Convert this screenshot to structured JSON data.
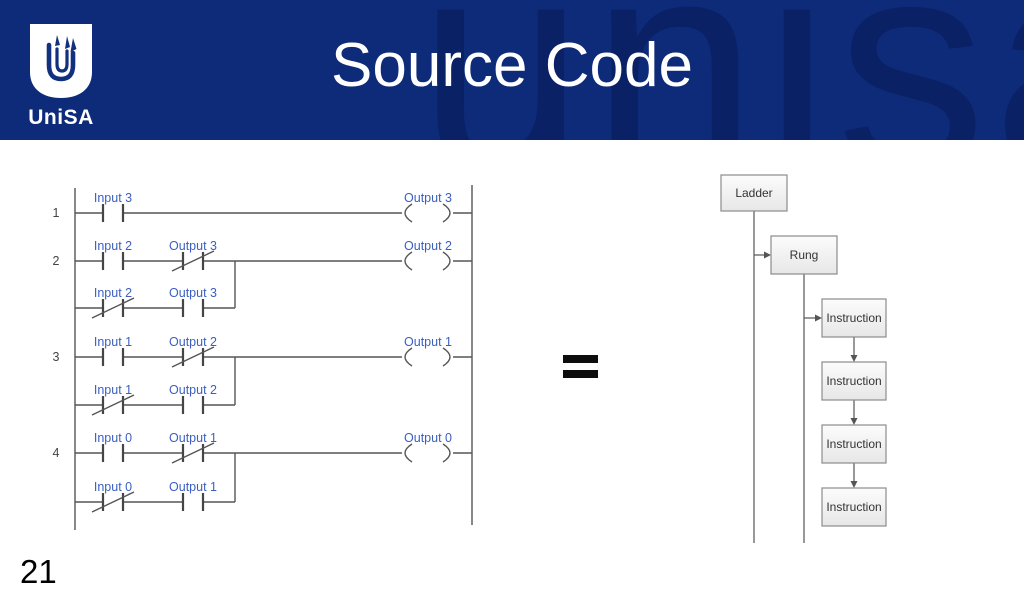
{
  "slide": {
    "title": "Source Code",
    "page_number": "21",
    "equals_sign": "=",
    "watermark": "unisa",
    "logo_text": "UniSA",
    "colors": {
      "header_bg": "#0e2b79",
      "watermark": "#0a2166",
      "label_blue": "#3a5fc0",
      "wire_gray": "#555555",
      "title_white": "#ffffff"
    }
  },
  "ladder": {
    "rungs": [
      {
        "number": "1",
        "main": [
          {
            "label": "Input 3",
            "type": "NO"
          }
        ],
        "coil": "Output 3"
      },
      {
        "number": "2",
        "main": [
          {
            "label": "Input 2",
            "type": "NO"
          },
          {
            "label": "Output 3",
            "type": "NC"
          }
        ],
        "branch": [
          {
            "label": "Input 2",
            "type": "NC"
          },
          {
            "label": "Output 3",
            "type": "NO"
          }
        ],
        "coil": "Output 2"
      },
      {
        "number": "3",
        "main": [
          {
            "label": "Input 1",
            "type": "NO"
          },
          {
            "label": "Output 2",
            "type": "NC"
          }
        ],
        "branch": [
          {
            "label": "Input 1",
            "type": "NC"
          },
          {
            "label": "Output 2",
            "type": "NO"
          }
        ],
        "coil": "Output 1"
      },
      {
        "number": "4",
        "main": [
          {
            "label": "Input 0",
            "type": "NO"
          },
          {
            "label": "Output 1",
            "type": "NC"
          }
        ],
        "branch": [
          {
            "label": "Input 0",
            "type": "NC"
          },
          {
            "label": "Output 1",
            "type": "NO"
          }
        ],
        "coil": "Output 0"
      }
    ]
  },
  "tree": {
    "root": "Ladder",
    "child": "Rung",
    "instructions": [
      "Instruction",
      "Instruction",
      "Instruction",
      "Instruction"
    ]
  }
}
